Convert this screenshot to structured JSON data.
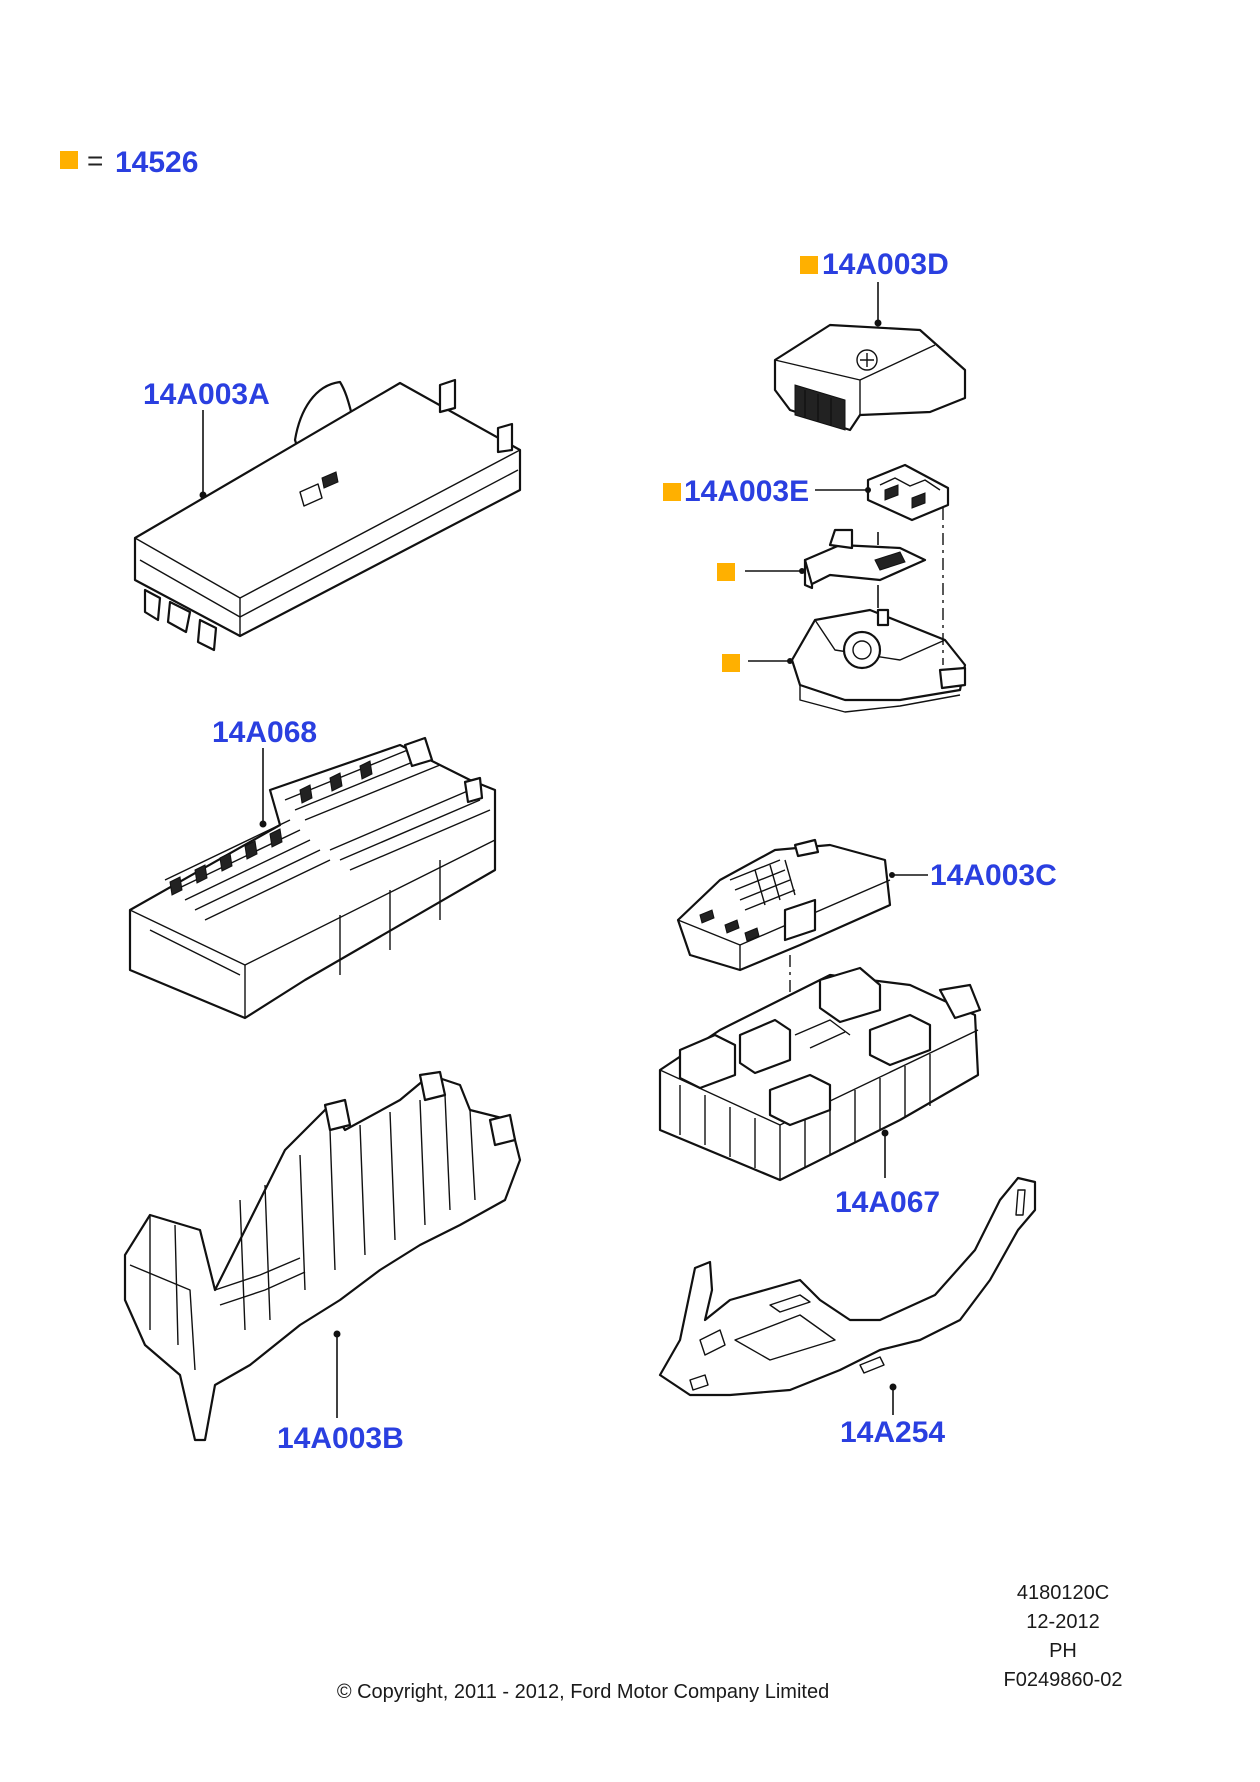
{
  "legend": {
    "marker_color": "#ffb000",
    "equals": "=",
    "code": "14526"
  },
  "callouts": {
    "a": "14A003A",
    "d": "14A003D",
    "e": "14A003E",
    "f14a068": "14A068",
    "c": "14A003C",
    "b": "14A003B",
    "f14a067": "14A067",
    "f14a254": "14A254"
  },
  "parts": [
    "fuse-box-cover-14A003A",
    "battery-terminal-cover-14A003D",
    "terminal-bracket-14A003E",
    "fuse-box-14A068",
    "fuse-box-cover-14A003C",
    "fuse-box-bracket-14A003B",
    "fuse-box-14A067",
    "bracket-14A254"
  ],
  "footer": {
    "doc_code": "4180120C",
    "date": "12-2012",
    "region": "PH",
    "figure_id": "F0249860-02",
    "copyright": "© Copyright, 2011 - 2012, Ford Motor Company Limited"
  },
  "colors": {
    "callout_text": "#2a3fe0",
    "marker": "#ffb000",
    "line_art": "#111111"
  }
}
